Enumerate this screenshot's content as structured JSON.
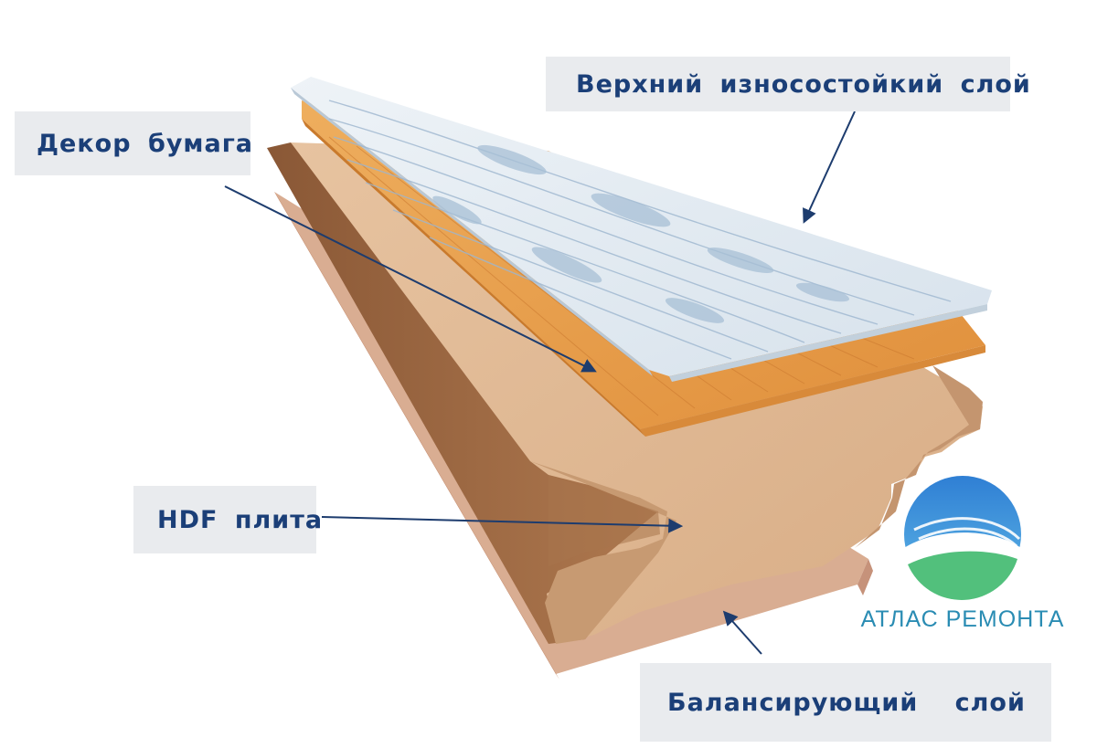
{
  "labels": {
    "top_layer": "Верхний износостойкий слой",
    "decor": "Декор бумага",
    "hdf": "HDF плита",
    "balance": "Балансирующий слой"
  },
  "brand": {
    "name": "АТЛАС РЕМОНТА"
  },
  "colors": {
    "label_text": "#1b3f78",
    "label_bg": "#e9ebee",
    "arrow": "#1d3c6e",
    "top_layer": "#dde7ef",
    "decor_layer": "#e59a48",
    "hdf_board": "#ddb692",
    "hdf_groove": "#9b6a44",
    "balance_layer": "#d7a98e",
    "brand_text": "#2a8cb3",
    "brand_blue": "#1f8fd0",
    "brand_green": "#55c27e"
  }
}
